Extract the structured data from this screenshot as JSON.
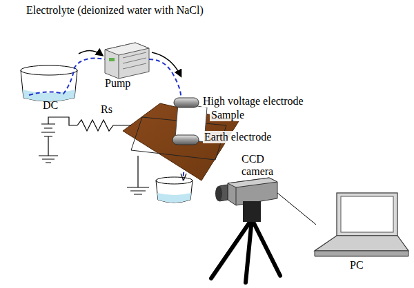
{
  "diagram": {
    "labels": [
      "Electrolyte (deionized water with NaCl)",
      "Pump",
      "DC",
      "Rs",
      "High voltage electrode",
      "Sample",
      "Earth electrode",
      "CCD camera",
      "PC"
    ]
  }
}
